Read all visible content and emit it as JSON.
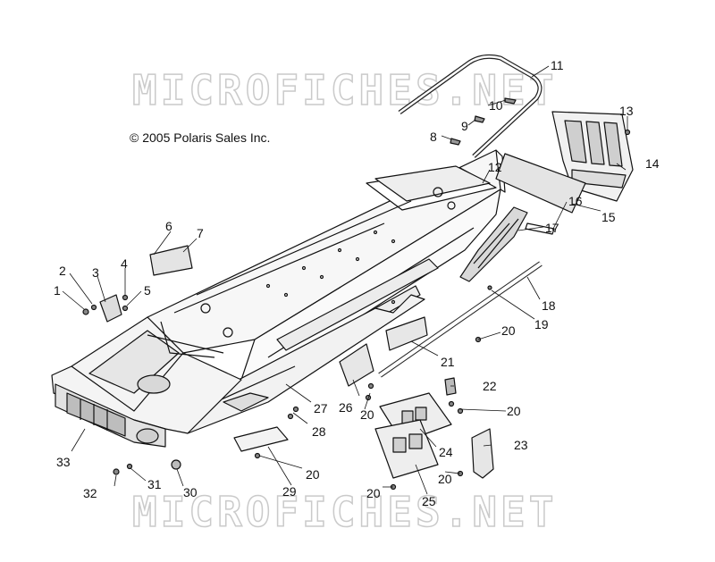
{
  "copyright": "© 2005 Polaris Sales Inc.",
  "watermark": "MICROFICHES.NET",
  "callouts": [
    {
      "id": "1",
      "text": "1"
    },
    {
      "id": "2",
      "text": "2"
    },
    {
      "id": "3",
      "text": "3"
    },
    {
      "id": "4",
      "text": "4"
    },
    {
      "id": "5",
      "text": "5"
    },
    {
      "id": "6",
      "text": "6"
    },
    {
      "id": "7",
      "text": "7"
    },
    {
      "id": "8",
      "text": "8"
    },
    {
      "id": "9",
      "text": "9"
    },
    {
      "id": "10",
      "text": "10"
    },
    {
      "id": "11",
      "text": "11"
    },
    {
      "id": "12",
      "text": "12"
    },
    {
      "id": "13",
      "text": "13"
    },
    {
      "id": "14",
      "text": "14"
    },
    {
      "id": "15",
      "text": "15"
    },
    {
      "id": "16",
      "text": "16"
    },
    {
      "id": "17",
      "text": "17"
    },
    {
      "id": "18",
      "text": "18"
    },
    {
      "id": "19",
      "text": "19"
    },
    {
      "id": "20a",
      "text": "20"
    },
    {
      "id": "20b",
      "text": "20"
    },
    {
      "id": "20c",
      "text": "20"
    },
    {
      "id": "20d",
      "text": "20"
    },
    {
      "id": "20e",
      "text": "20"
    },
    {
      "id": "20f",
      "text": "20"
    },
    {
      "id": "21",
      "text": "21"
    },
    {
      "id": "22",
      "text": "22"
    },
    {
      "id": "23",
      "text": "23"
    },
    {
      "id": "24",
      "text": "24"
    },
    {
      "id": "25",
      "text": "25"
    },
    {
      "id": "26",
      "text": "26"
    },
    {
      "id": "27",
      "text": "27"
    },
    {
      "id": "28",
      "text": "28"
    },
    {
      "id": "29",
      "text": "29"
    },
    {
      "id": "30",
      "text": "30"
    },
    {
      "id": "31",
      "text": "31"
    },
    {
      "id": "32",
      "text": "32"
    },
    {
      "id": "33",
      "text": "33"
    }
  ]
}
